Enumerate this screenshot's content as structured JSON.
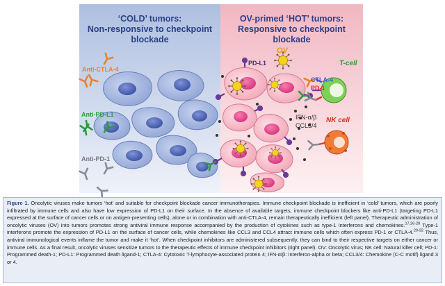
{
  "left_panel": {
    "title_line1": "‘COLD’ tumors:",
    "title_line2": "Non-responsive to checkpoint",
    "title_line3": "blockade",
    "labels": {
      "anti_ctla4": "Anti-CTLA-4",
      "anti_pdl1": "Anti-PD-L1",
      "anti_pd1": "Anti-PD-1"
    }
  },
  "right_panel": {
    "title_line1": "OV-primed ‘HOT’ tumors:",
    "title_line2": "Responsive to checkpoint blockade",
    "labels": {
      "ov": "OV",
      "pdl1": "PD-L1",
      "tcell": "T-cell",
      "ctla4": "CTLA-4",
      "pd1": "PD-1",
      "ifn": "IFN-α/β",
      "ccl": "CCL3/4",
      "nkcell": "NK cell"
    }
  },
  "caption": {
    "figure_label": "Figure 1.",
    "text_part1": "Oncolytic viruses make tumors ‘hot’ and suitable for checkpoint blockade cancer immunotherapies. Immune checkpoint blockade is inefficient in ‘cold’ tumors, which are poorly infiltrated by immune cells and also have low expression of PD-L1 on their surface. In the absence of available targets, immune checkpoint blockers like anti-PD-L1 (targeting PD-L1 expressed at the surface of cancer cells or on antigen-presenting cells), alone or in combination with anti-CTLA-4, remain therapeutically inefficient (left panel). Therapeutic administration of oncolytic viruses (OV) into tumors promotes strong antiviral immune response accompanied by the production of cytokines such as type-1 interferons and chemokines.",
    "ref1": "17,26-28",
    "text_part2": " Type-1 interferons promote the expression of PD-L1 on the surface of cancer cells, while chemokines like CCL3 and CCL4 attract immune cells which often express PD-1 or CTLA-4.",
    "ref2": "29-32",
    "text_part3": " Thus, antiviral immunological events inflame the tumor and make it ‘hot’. When checkpoint inhibitors are administered subsequently, they can bind to their respective targets on either cancer or immune cells. As a final result, oncolytic viruses sensitize tumors to the therapeutic effects of immune checkpoint inhibitors (right panel). OV: Oncolytic virus; NK cell: Natural killer cell; PD-1: Programmed death-1; PD-L1: Programmed death ligand-1; CTLA-4: Cytotoxic T-lymphocyte-associated protein 4; IFN-α/β: Interferon-alpha or beta; CCL3/4: Chemokine (C-C motif) ligand 3 or 4."
  },
  "colors": {
    "cold_bg": "#c9d6ec",
    "hot_bg": "#f6d0d6",
    "cold_cell": "#9fb2da",
    "hot_cell": "#f6b9c4",
    "nucleus_blue": "#4a5fb0",
    "nucleus_pink": "#e7458c",
    "ov_yellow": "#f4d21e",
    "tcell_green": "#6cc24a",
    "nk_red": "#e86a2a",
    "title_blue": "#2b3f86"
  },
  "icons": [
    "antibody-icon",
    "virus-icon",
    "t-cell-icon",
    "nk-cell-icon",
    "cytokine-dot-icon"
  ]
}
